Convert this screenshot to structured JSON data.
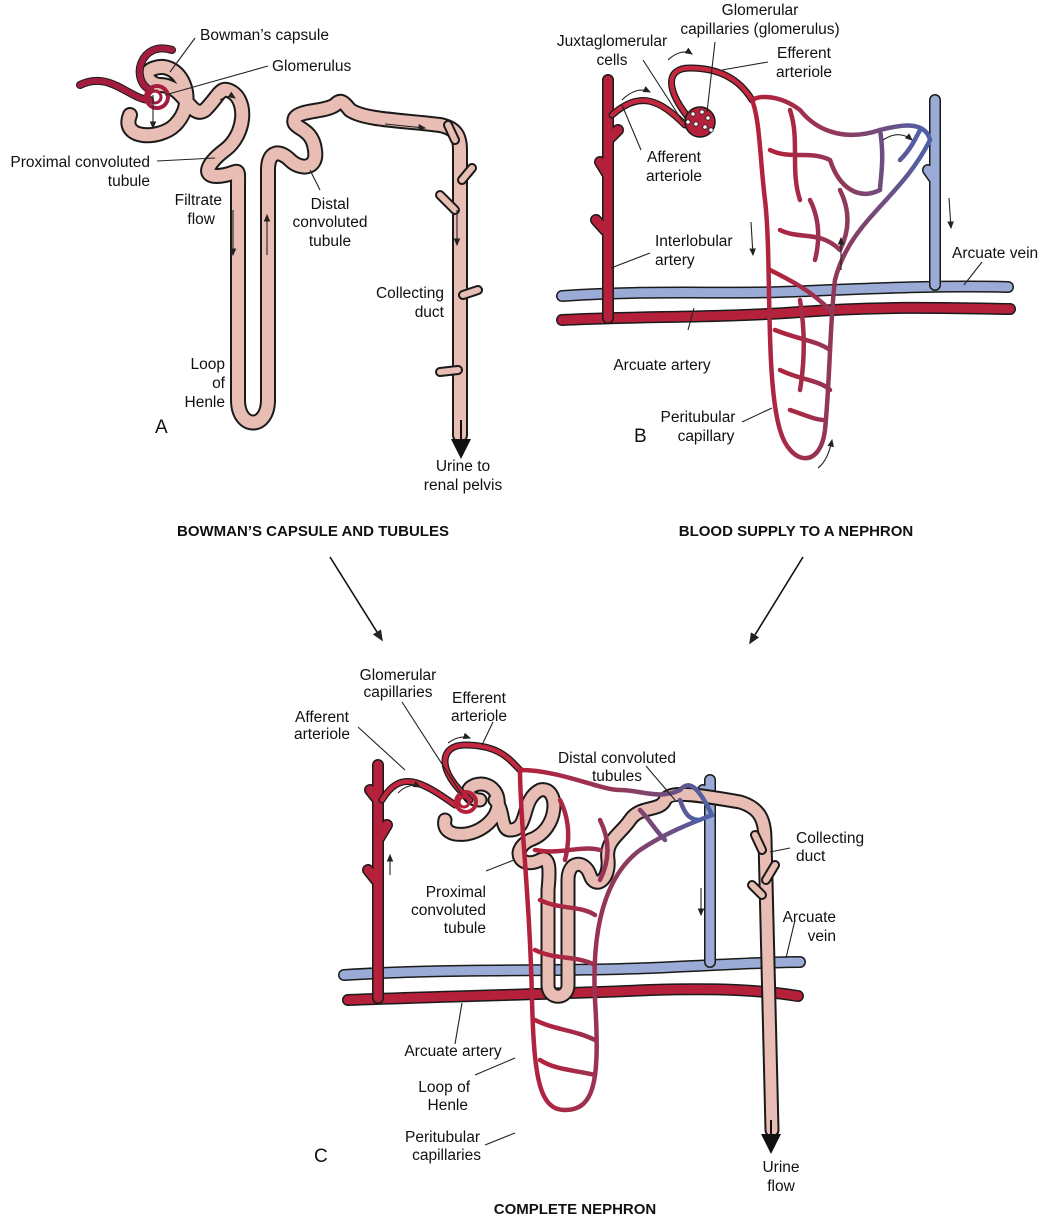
{
  "colors": {
    "artery": "#b5203a",
    "vein": "#9aabd6",
    "tubule": "#e8bdb4",
    "capillary_mid": "#8e3a5c",
    "capillary_venous": "#4d62a8",
    "outline": "#1a1a1a"
  },
  "panel_a": {
    "letter": "A",
    "title": "BOWMAN’S CAPSULE AND TUBULES",
    "labels": {
      "bowmans_capsule": "Bowman’s capsule",
      "glomerulus": "Glomerulus",
      "proximal": [
        "Proximal convoluted",
        "tubule"
      ],
      "filtrate": [
        "Filtrate",
        "flow"
      ],
      "distal": [
        "Distal",
        "convoluted",
        "tubule"
      ],
      "collecting": [
        "Collecting",
        "duct"
      ],
      "loop": [
        "Loop",
        "of",
        "Henle"
      ],
      "urine": [
        "Urine to",
        "renal pelvis"
      ]
    }
  },
  "panel_b": {
    "letter": "B",
    "title": "BLOOD SUPPLY TO A NEPHRON",
    "labels": {
      "glomerular": [
        "Glomerular",
        "capillaries (glomerulus)"
      ],
      "juxta": [
        "Juxtaglomerular",
        "cells"
      ],
      "efferent": [
        "Efferent",
        "arteriole"
      ],
      "afferent": [
        "Afferent",
        "arteriole"
      ],
      "interlobular": [
        "Interlobular",
        "artery"
      ],
      "arcuate_vein": "Arcuate vein",
      "arcuate_artery": "Arcuate artery",
      "peritubular": [
        "Peritubular",
        "capillary"
      ]
    }
  },
  "panel_c": {
    "letter": "C",
    "title": "COMPLETE NEPHRON",
    "labels": {
      "glomerular": [
        "Glomerular",
        "capillaries"
      ],
      "efferent": [
        "Efferent",
        "arteriole"
      ],
      "afferent": [
        "Afferent",
        "arteriole"
      ],
      "distal": [
        "Distal convoluted",
        "tubules"
      ],
      "collecting": [
        "Collecting",
        "duct"
      ],
      "proximal": [
        "Proximal",
        "convoluted",
        "tubule"
      ],
      "arcuate_vein": [
        "Arcuate",
        "vein"
      ],
      "arcuate_artery": "Arcuate artery",
      "loop": [
        "Loop of",
        "Henle"
      ],
      "peritubular": [
        "Peritubular",
        "capillaries"
      ],
      "urine": [
        "Urine",
        "flow"
      ]
    }
  }
}
